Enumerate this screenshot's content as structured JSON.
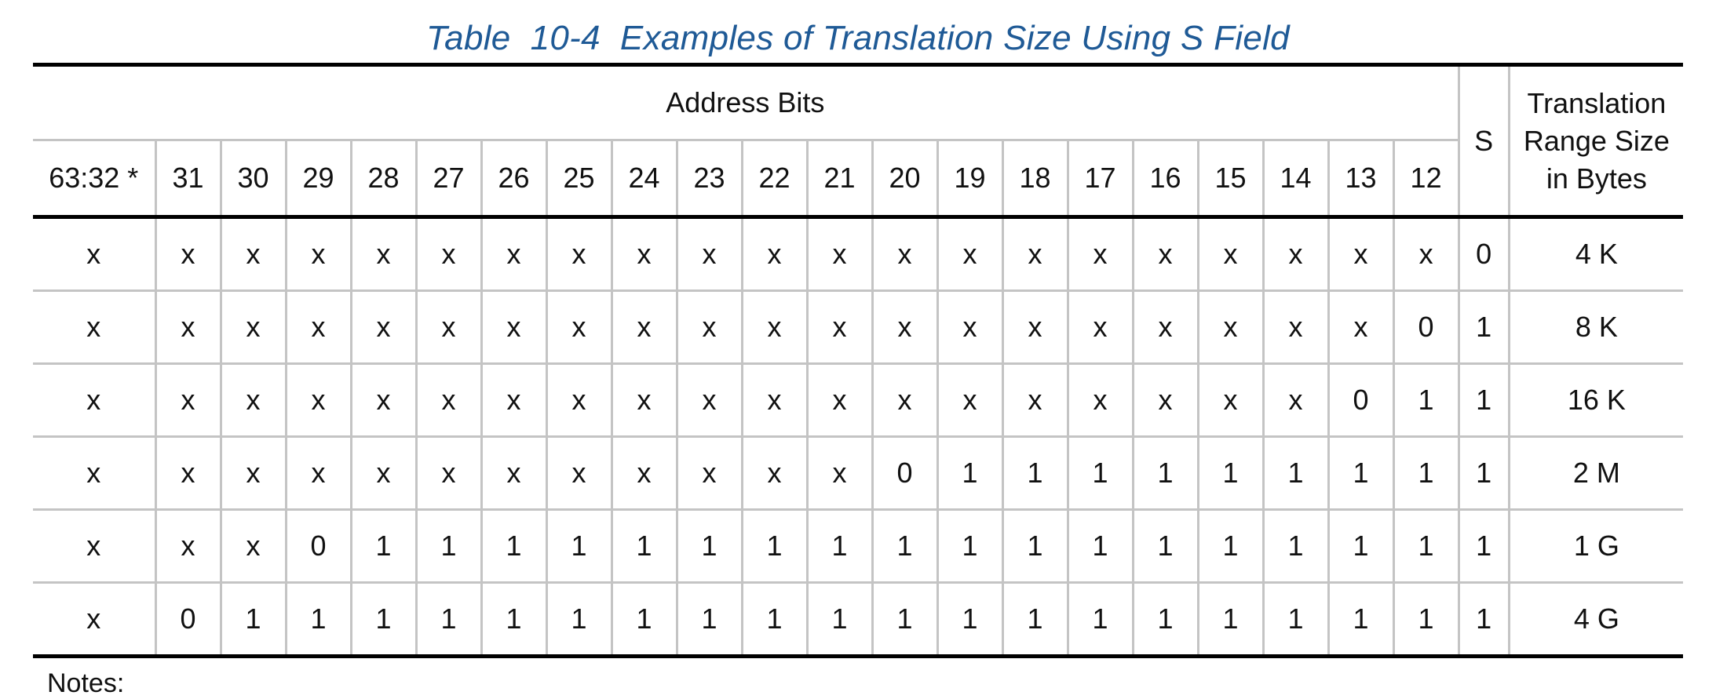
{
  "caption": "Table  10-4  Examples of Translation Size Using S Field",
  "headers": {
    "address_bits": "Address Bits",
    "s": "S",
    "range_size": [
      "Translation",
      "Range Size",
      "in Bytes"
    ],
    "bit_columns": [
      "63:32 *",
      "31",
      "30",
      "29",
      "28",
      "27",
      "26",
      "25",
      "24",
      "23",
      "22",
      "21",
      "20",
      "19",
      "18",
      "17",
      "16",
      "15",
      "14",
      "13",
      "12"
    ]
  },
  "rows": [
    {
      "bits": [
        "x",
        "x",
        "x",
        "x",
        "x",
        "x",
        "x",
        "x",
        "x",
        "x",
        "x",
        "x",
        "x",
        "x",
        "x",
        "x",
        "x",
        "x",
        "x",
        "x",
        "x"
      ],
      "s": "0",
      "size": "4 K"
    },
    {
      "bits": [
        "x",
        "x",
        "x",
        "x",
        "x",
        "x",
        "x",
        "x",
        "x",
        "x",
        "x",
        "x",
        "x",
        "x",
        "x",
        "x",
        "x",
        "x",
        "x",
        "x",
        "0"
      ],
      "s": "1",
      "size": "8 K"
    },
    {
      "bits": [
        "x",
        "x",
        "x",
        "x",
        "x",
        "x",
        "x",
        "x",
        "x",
        "x",
        "x",
        "x",
        "x",
        "x",
        "x",
        "x",
        "x",
        "x",
        "x",
        "0",
        "1"
      ],
      "s": "1",
      "size": "16 K"
    },
    {
      "bits": [
        "x",
        "x",
        "x",
        "x",
        "x",
        "x",
        "x",
        "x",
        "x",
        "x",
        "x",
        "x",
        "0",
        "1",
        "1",
        "1",
        "1",
        "1",
        "1",
        "1",
        "1"
      ],
      "s": "1",
      "size": "2 M"
    },
    {
      "bits": [
        "x",
        "x",
        "x",
        "0",
        "1",
        "1",
        "1",
        "1",
        "1",
        "1",
        "1",
        "1",
        "1",
        "1",
        "1",
        "1",
        "1",
        "1",
        "1",
        "1",
        "1"
      ],
      "s": "1",
      "size": "1 G"
    },
    {
      "bits": [
        "x",
        "0",
        "1",
        "1",
        "1",
        "1",
        "1",
        "1",
        "1",
        "1",
        "1",
        "1",
        "1",
        "1",
        "1",
        "1",
        "1",
        "1",
        "1",
        "1",
        "1"
      ],
      "s": "1",
      "size": "4 G"
    }
  ],
  "footnote": "Notes:",
  "colors": {
    "caption": "#1f5a96",
    "rule": "#000000",
    "grid": "#c4c4c4"
  }
}
